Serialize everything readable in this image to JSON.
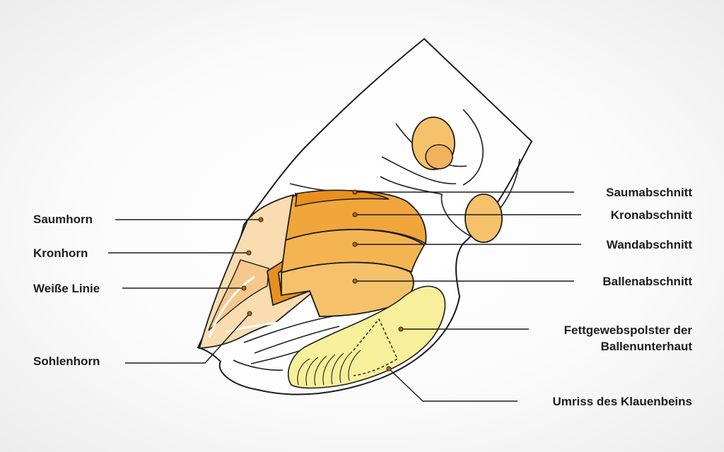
{
  "labels_left": {
    "saumhorn": "Saumhorn",
    "kronhorn": "Kronhorn",
    "weisse_linie": "Weiße Linie",
    "sohlenhorn": "Sohlenhorn"
  },
  "labels_right": {
    "saumabschnitt": "Saumabschnitt",
    "kronabschnitt": "Kronabschnitt",
    "wandabschnitt": "Wandabschnitt",
    "ballenabschnitt": "Ballenabschnitt",
    "fettgewebspolster_line1": "Fettgewebspolster der",
    "fettgewebspolster_line2": "Ballenunterhaut",
    "umriss": "Umriss des Klauenbeins"
  },
  "colors": {
    "background": "#f3f3f3",
    "skin_outline": "#1d1d1d",
    "bone_orange": "#f5c26b",
    "corium_dark": "#e8901e",
    "corium_mid": "#f0a63a",
    "corium_light": "#f5c26b",
    "horn_light": "#f9dcb0",
    "fat_pad": "#f8ef9a",
    "leader_line": "#1d1d1d",
    "marker_dot": "#c5620b"
  }
}
